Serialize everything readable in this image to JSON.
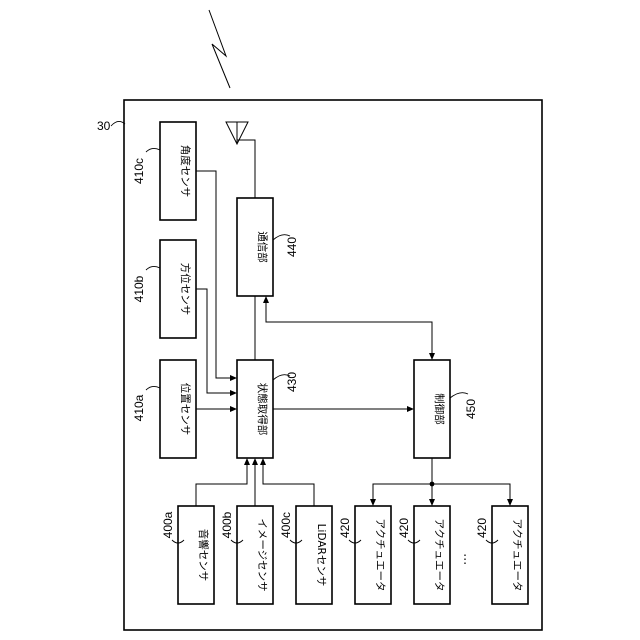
{
  "frame": {
    "ref": "30"
  },
  "blocks": {
    "sensor_400a": {
      "label": "音響センサ",
      "ref": "400a"
    },
    "sensor_400b": {
      "label": "イメージセンサ",
      "ref": "400b"
    },
    "sensor_400c": {
      "label": "LiDARセンサ",
      "ref": "400c"
    },
    "sensor_410a": {
      "label": "位置センサ",
      "ref": "410a"
    },
    "sensor_410b": {
      "label": "方位センサ",
      "ref": "410b"
    },
    "sensor_410c": {
      "label": "角度センサ",
      "ref": "410c"
    },
    "state_acquisition": {
      "label": "状態取得部",
      "ref": "430"
    },
    "communication": {
      "label": "通信部",
      "ref": "440"
    },
    "control": {
      "label": "制御部",
      "ref": "450"
    },
    "actuator_1": {
      "label": "アクチュエータ",
      "ref": "420"
    },
    "actuator_2": {
      "label": "アクチュエータ",
      "ref": "420"
    },
    "actuator_3": {
      "label": "アクチュエータ",
      "ref": "420"
    }
  },
  "ellipsis": "⋮",
  "icons": {
    "antenna": "antenna-icon",
    "wireless": "wireless-signal-icon"
  }
}
